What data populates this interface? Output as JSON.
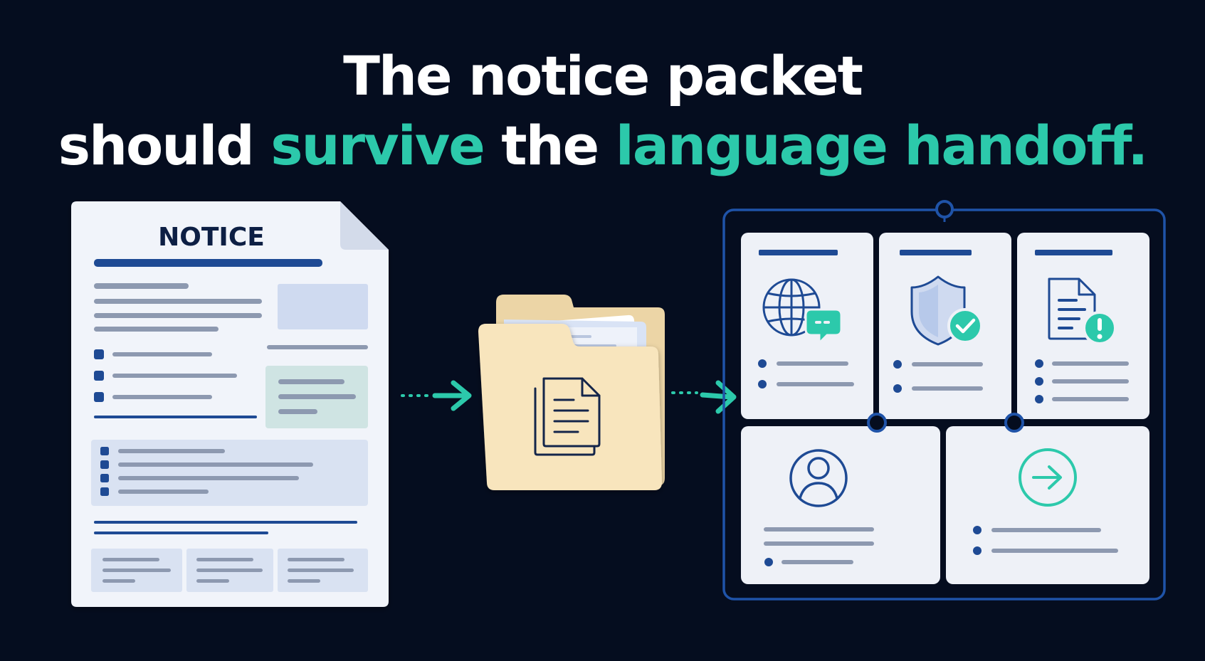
{
  "headline": {
    "line1": "The notice packet",
    "line2_part1": "should ",
    "line2_accent1": "survive",
    "line2_part2": " the ",
    "line2_accent2": "language handoff."
  },
  "document": {
    "title": "NOTICE"
  },
  "icons": {
    "folder": "folder-with-documents-icon",
    "arrow_in": "dotted-arrow-right-icon",
    "arrow_out": "dotted-arrow-right-icon",
    "card_1": "globe-chat-icon",
    "card_2": "shield-check-icon",
    "card_3": "document-alert-icon",
    "card_4": "user-circle-icon",
    "card_5": "arrow-right-circle-icon"
  },
  "colors": {
    "background": "#050d1f",
    "accent": "#2cc9ab",
    "navy": "#1e4a94",
    "card": "#eef1f7",
    "folder": "#f6e2b6"
  }
}
